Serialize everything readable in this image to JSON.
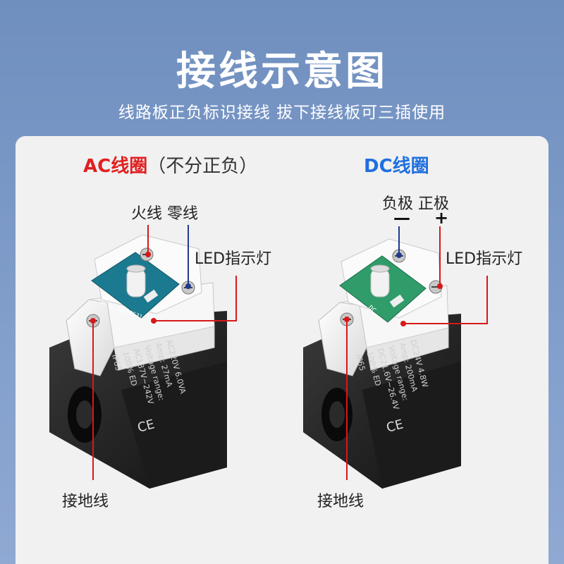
{
  "header": {
    "title": "接线示意图",
    "subtitle": "线路板正负标识接线 拔下接线板可三插使用"
  },
  "ac": {
    "heading_colored": "AC线圈",
    "heading_plain": "（不分正负）",
    "live_neutral": "火线 零线",
    "led": "LED指示灯",
    "ground": "接地线",
    "board_text": "AC-L 20210531",
    "board_led": "LED",
    "label_side": "AC220V 6.0VA Amp: 27mA Voltage range: AC187V~242V 100% ED IP65"
  },
  "dc": {
    "heading": "DC线圈",
    "poles": "负极 正极",
    "minus": "—",
    "plus": "+",
    "led": "LED指示灯",
    "ground": "接地线",
    "board_text": "DC",
    "label_side": "DC24V 4.8W Amp: 200mA Voltage range: DC21.6V~26.4V 100% ED IP65"
  },
  "colors": {
    "accent_red": "#e02020",
    "accent_blue": "#1f6fe0",
    "leader_red": "#d81818",
    "leader_blue": "#203a8c"
  }
}
